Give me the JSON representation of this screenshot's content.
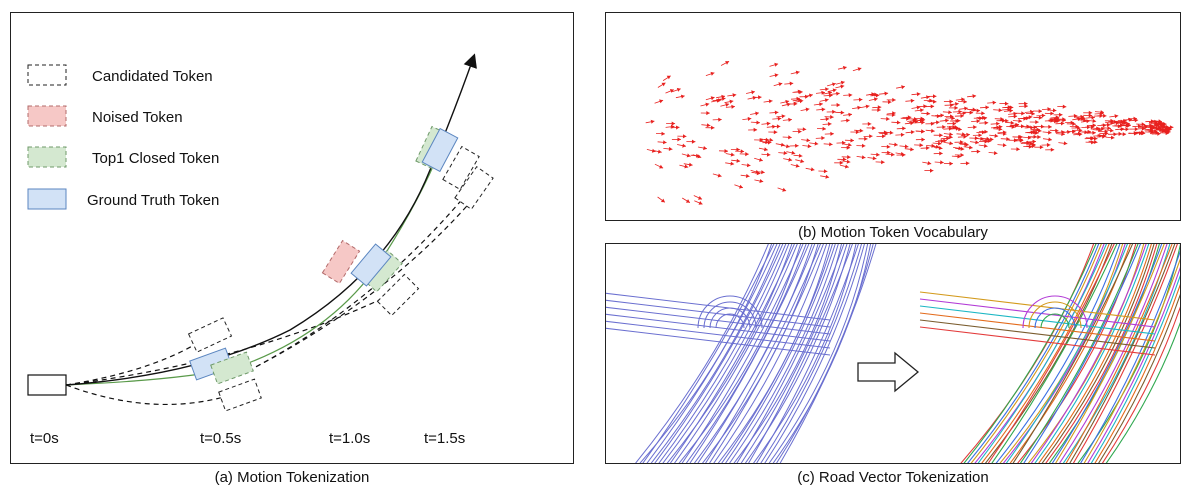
{
  "panel_a": {
    "caption": "(a) Motion Tokenization",
    "legend": [
      {
        "label": "Candidated Token",
        "fill": "#ffffff",
        "stroke": "#222222",
        "dashed": true
      },
      {
        "label": "Noised Token",
        "fill": "#f6c8c6",
        "stroke": "#b36b6b",
        "dashed": true
      },
      {
        "label": "Top1 Closed Token",
        "fill": "#d4e8d0",
        "stroke": "#6f9a6a",
        "dashed": true
      },
      {
        "label": "Ground Truth Token",
        "fill": "#d2e2f6",
        "stroke": "#5b86c0",
        "dashed": false
      }
    ],
    "time_labels": [
      "t=0s",
      "t=0.5s",
      "t=1.0s",
      "t=1.5s"
    ]
  },
  "panel_b": {
    "caption": "(b) Motion Token Vocabulary",
    "arrow_color": "#e8211f"
  },
  "panel_c": {
    "caption": "(c) Road Vector Tokenization",
    "input_line_color": "#6a6fd0",
    "token_colors": [
      "#e33b3b",
      "#2fa84f",
      "#3b6fe3",
      "#d39a1c",
      "#b23bd6",
      "#1cb7c4",
      "#e36b1c",
      "#7a5c2e"
    ]
  },
  "colors": {
    "trajectory": "#111111",
    "candidate_path": "#111111",
    "alt_path": "#5a9a4a"
  }
}
